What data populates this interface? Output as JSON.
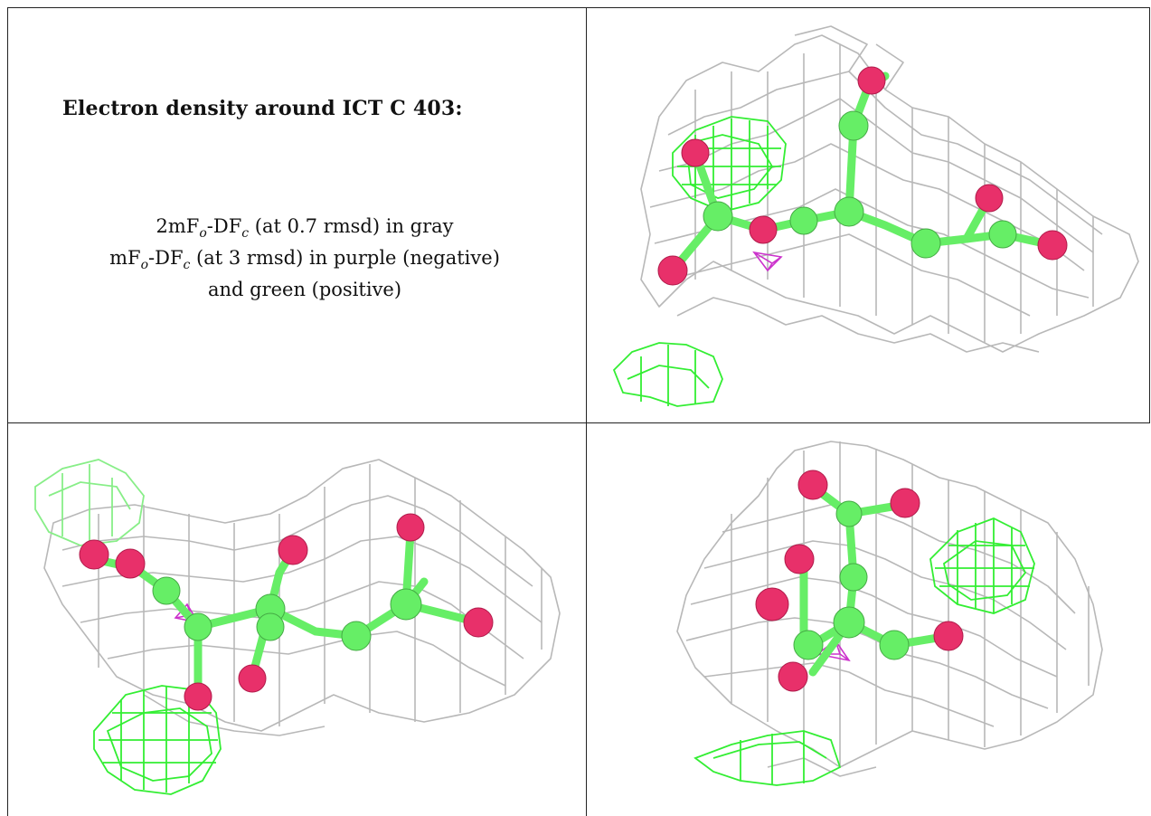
{
  "caption": {
    "title": "Electron density around ICT C 403:",
    "line1": {
      "pre": "2mF",
      "sub1": "o",
      "mid": "-DF",
      "sub2": "c",
      "post": " (at 0.7 rmsd) in gray"
    },
    "line2": {
      "pre": "mF",
      "sub1": "o",
      "mid": "-DF",
      "sub2": "c",
      "post": " (at 3 rmsd) in purple (negative)"
    },
    "line3": "and green (positive)"
  },
  "colors": {
    "mesh_2fofc": "#b8b8b8",
    "mesh_positive": "#33ee33",
    "mesh_negative": "#cc33cc",
    "carbon": "#66ee66",
    "oxygen": "#e8306a",
    "border": "#222222"
  }
}
